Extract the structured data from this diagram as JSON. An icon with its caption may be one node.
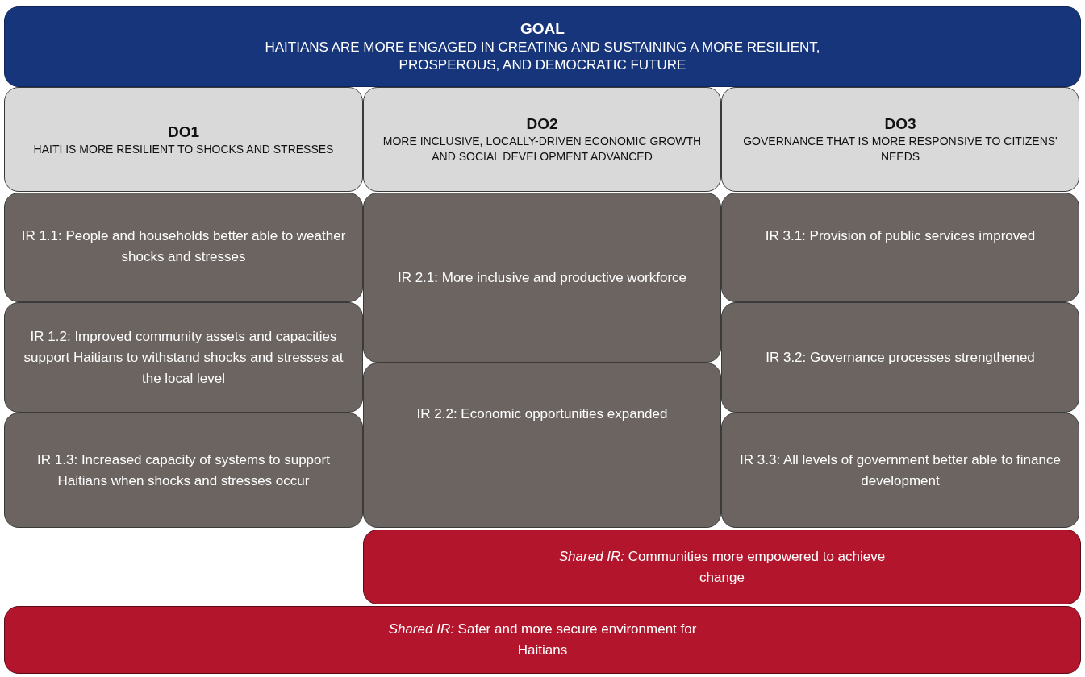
{
  "diagram": {
    "nodes": [
      {
        "text": [
          "GOAL",
          "HAITIANS ARE MORE ENGAGED IN CREATING AND SUSTAINING A MORE RESILIENT, PROSPEROUS, AND DEMOCRATIC FUTURE"
        ]
      },
      {
        "text": [
          "DO1",
          "HAITI IS MORE RESILIENT TO SHOCKS AND STRESSES"
        ]
      },
      {
        "text": [
          "DO2",
          "MORE INCLUSIVE, LOCALLY-DRIVEN ECONOMIC GROWTH AND SOCIAL DEVELOPMENT ADVANCED"
        ]
      },
      {
        "text": [
          "DO3",
          "GOVERNANCE THAT IS MORE RESPONSIVE TO CITIZENS' NEEDS"
        ]
      },
      {
        "text": [
          "IR 1.1: People and households better able to weather shocks and stresses"
        ]
      },
      {
        "text": [
          "IR 2.1: More inclusive and productive workforce"
        ]
      },
      {
        "text": [
          "IR 3.1: Provision of public services improved"
        ]
      },
      {
        "text": [
          "IR 1.2: Improved community assets and capacities support Haitians to withstand shocks and stresses at the local level"
        ]
      },
      {
        "text": [
          "IR 3.2: Governance processes strengthened"
        ]
      },
      {
        "text": [
          "IR 2.2: Economic opportunities expanded"
        ]
      },
      {
        "text": [
          "IR 1.3: Increased capacity of systems to support Haitians when shocks and stresses occur"
        ]
      },
      {
        "text": [
          "IR 3.3: All levels of government better able to finance development"
        ]
      },
      {
        "text": [
          "*Shared IR:* Communities more empowered to achieve change"
        ]
      },
      {
        "text": [
          "*Shared IR:* Safer and more secure environment for Haitians"
        ]
      }
    ]
  }
}
